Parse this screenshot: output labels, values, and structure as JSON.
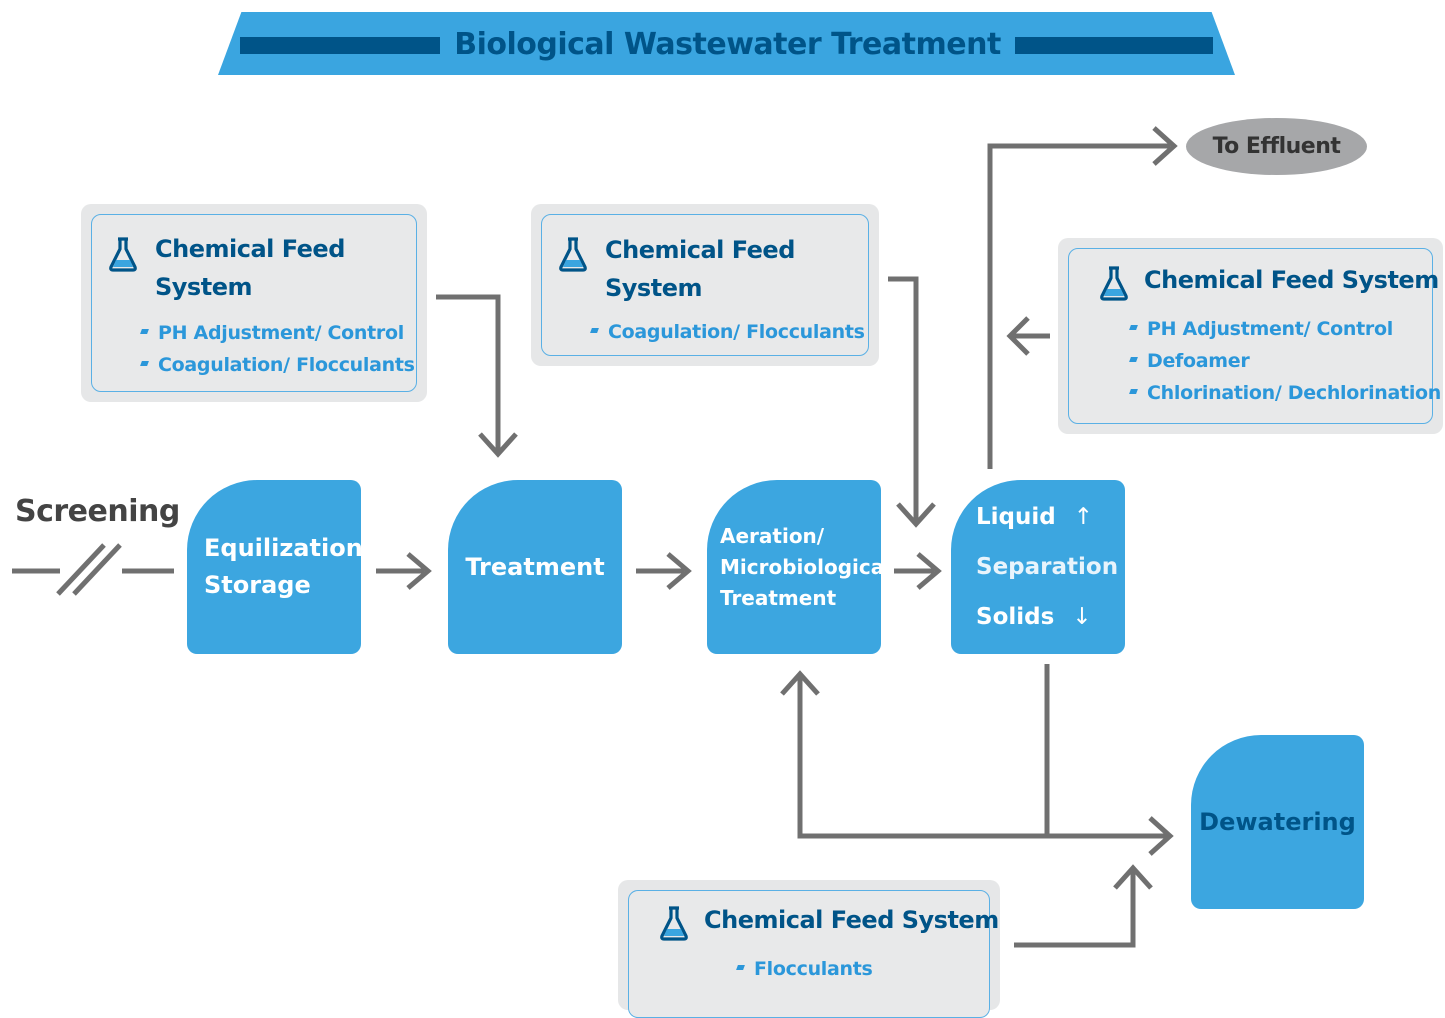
{
  "title": "Biological Wastewater Treatment",
  "screening_label": "Screening",
  "effluent_label": "To Effluent",
  "colors": {
    "block_blue": "#3ca6e0",
    "banner_blue": "#3aa5e0",
    "dark_blue": "#005488",
    "arrow_gray": "#707070",
    "feed_box_gray": "#e6e7e8"
  },
  "blocks": {
    "equalization": "Equilization/\nStorage",
    "treatment": "Treatment",
    "aeration": "Aeration/\nMicrobiological\nTreatment",
    "separation": {
      "liquid": "Liquid",
      "liquid_arrow": "↑",
      "separation": "Separation",
      "solids": "Solids",
      "solids_arrow": "↓"
    },
    "dewatering": "Dewatering"
  },
  "chemical_feeds": [
    {
      "title": "Chemical Feed\nSystem",
      "items": [
        "PH Adjustment/ Control",
        "Coagulation/ Flocculants"
      ],
      "icon": "flask-icon"
    },
    {
      "title": "Chemical Feed\nSystem",
      "items": [
        "Coagulation/ Flocculants"
      ],
      "icon": "flask-icon"
    },
    {
      "title": "Chemical Feed System",
      "items": [
        "PH Adjustment/ Control",
        "Defoamer",
        "Chlorination/ Dechlorination"
      ],
      "icon": "flask-icon"
    },
    {
      "title": "Chemical Feed System",
      "items": [
        "Flocculants"
      ],
      "icon": "flask-icon"
    }
  ]
}
